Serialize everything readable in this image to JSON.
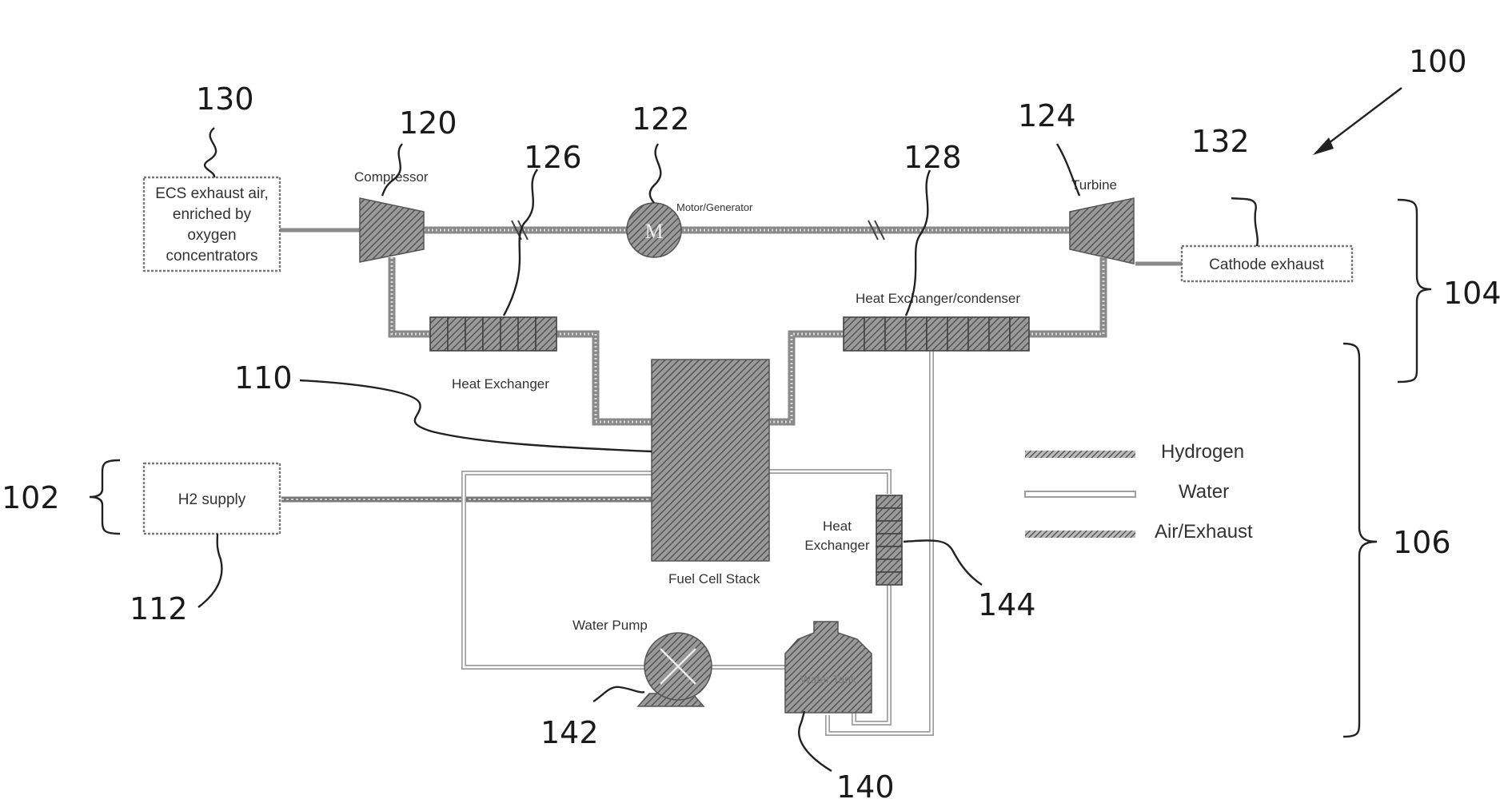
{
  "figure": {
    "ref_system": "100",
    "ref_h2_section": "102",
    "ref_air_section": "104",
    "ref_water_section": "106",
    "ref_fuel_cell_stack": "110",
    "ref_h2_supply": "112",
    "ref_compressor": "120",
    "ref_motor_generator": "122",
    "ref_turbine": "124",
    "ref_heat_exchanger_1": "126",
    "ref_heat_exchanger_condenser": "128",
    "ref_ecs_exhaust": "130",
    "ref_cathode_exhaust": "132",
    "ref_water_tank": "140",
    "ref_water_pump": "142",
    "ref_heat_exchanger_2": "144"
  },
  "components": {
    "ecs_exhaust_line1": "ECS exhaust air,",
    "ecs_exhaust_line2": "enriched by",
    "ecs_exhaust_line3": "oxygen",
    "ecs_exhaust_line4": "concentrators",
    "compressor": "Compressor",
    "motor_generator": "Motor/Generator",
    "motor_symbol": "M",
    "turbine": "Turbine",
    "cathode_exhaust": "Cathode exhaust",
    "heat_exchanger_1": "Heat Exchanger",
    "heat_exchanger_condenser": "Heat Exchanger/condenser",
    "h2_supply": "H2 supply",
    "fuel_cell_stack": "Fuel Cell Stack",
    "heat_exchanger_2_line1": "Heat",
    "heat_exchanger_2_line2": "Exchanger",
    "water_pump": "Water Pump",
    "water_tank": "Water Tank"
  },
  "legend": {
    "hydrogen": "Hydrogen",
    "water": "Water",
    "air_exhaust": "Air/Exhaust"
  }
}
